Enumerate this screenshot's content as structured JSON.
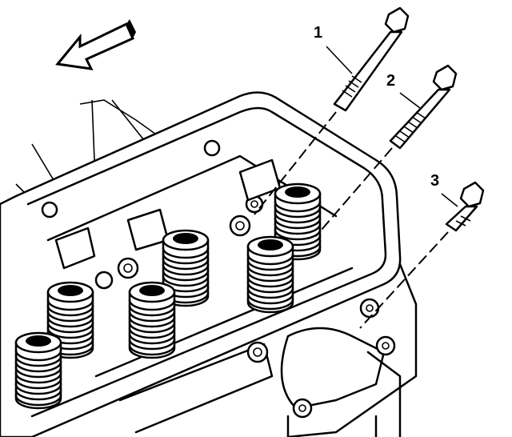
{
  "diagram": {
    "callouts": [
      {
        "id": 1,
        "label": "1"
      },
      {
        "id": 2,
        "label": "2"
      },
      {
        "id": 3,
        "label": "3"
      }
    ],
    "direction_arrow": "arrow-left-icon",
    "colors": {
      "line": "#000000",
      "background": "#ffffff"
    }
  }
}
